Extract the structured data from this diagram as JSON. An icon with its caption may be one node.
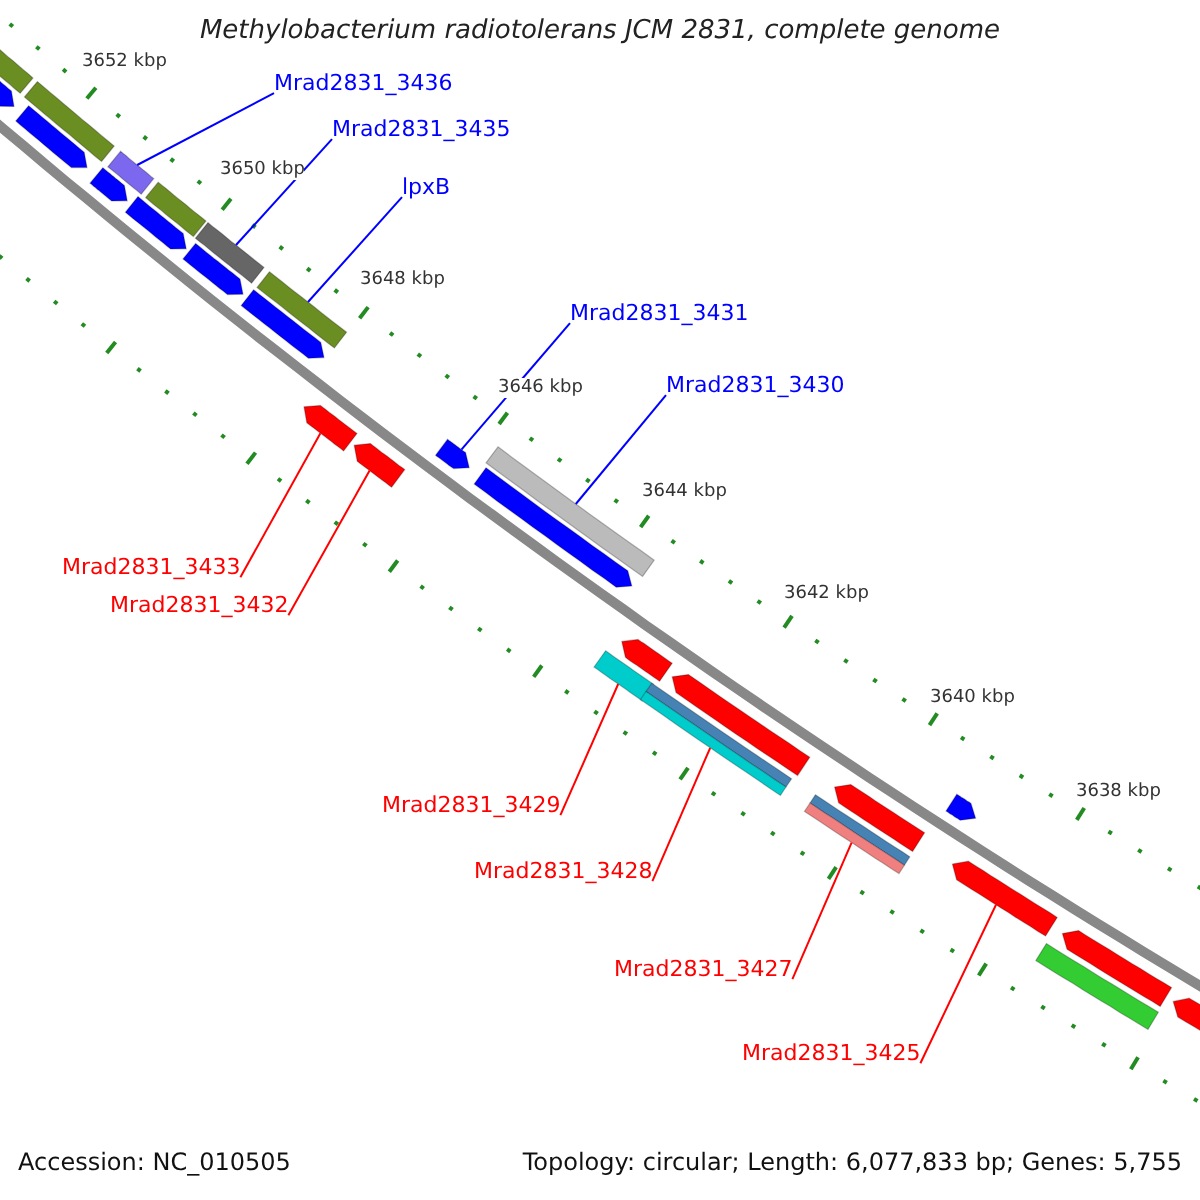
{
  "diagram": {
    "title": "Methylobacterium radiotolerans JCM 2831, complete genome",
    "nodes": [
      {
        "text": [
          "Mrad2831_3436"
        ]
      },
      {
        "text": [
          "Mrad2831_3435"
        ]
      },
      {
        "text": [
          "lpxB"
        ]
      },
      {
        "text": [
          "Mrad2831_3431"
        ]
      },
      {
        "text": [
          "Mrad2831_3430"
        ]
      },
      {
        "text": [
          "Mrad2831_3433"
        ]
      },
      {
        "text": [
          "Mrad2831_3432"
        ]
      },
      {
        "text": [
          "Mrad2831_3429"
        ]
      },
      {
        "text": [
          "Mrad2831_3428"
        ]
      },
      {
        "text": [
          "Mrad2831_3427"
        ]
      },
      {
        "text": [
          "Mrad2831_3425"
        ]
      },
      {
        "text": [],
        "shape": "bar"
      },
      {
        "text": [],
        "shape": "bar"
      },
      {
        "text": [],
        "shape": "bar"
      },
      {
        "text": [],
        "shape": "bar"
      },
      {
        "text": [],
        "shape": "bar"
      },
      {
        "text": [],
        "shape": "bar"
      },
      {
        "text": [],
        "shape": "bar"
      },
      {
        "text": [],
        "shape": "bar"
      },
      {
        "text": [],
        "shape": "bar"
      },
      {
        "text": [],
        "shape": "bar"
      },
      {
        "text": [],
        "shape": "bar"
      },
      {
        "text": [],
        "shape": "bar"
      },
      {
        "text": [],
        "shape": "bar"
      },
      {
        "text": [],
        "shape": "bar"
      },
      {
        "text": [],
        "shape": "bar"
      },
      {
        "text": [],
        "shape": "bar"
      },
      {
        "text": [],
        "shape": "bar"
      },
      {
        "text": [],
        "shape": "bar"
      },
      {
        "text": [],
        "shape": "bar"
      },
      {
        "text": [],
        "shape": "bar"
      },
      {
        "text": [],
        "shape": "bar"
      },
      {
        "text": [],
        "shape": "bar"
      },
      {
        "text": [],
        "shape": "bar"
      },
      {
        "text": [],
        "shape": "bar"
      },
      {
        "text": [],
        "shape": "bar"
      },
      {
        "text": [],
        "shape": "bar"
      },
      {
        "text": [],
        "shape": "bar"
      },
      {
        "text": [],
        "shape": "bar"
      }
    ],
    "edges": [
      {
        "from": 0,
        "to": 16,
        "arrow": "none",
        "color": "#0000ff"
      },
      {
        "from": 1,
        "to": 20,
        "arrow": "none",
        "color": "#0000ff"
      },
      {
        "from": 2,
        "to": 22,
        "arrow": "none",
        "color": "#0000ff"
      },
      {
        "from": 3,
        "to": 25,
        "arrow": "none",
        "color": "#0000ff"
      },
      {
        "from": 4,
        "to": 27,
        "arrow": "none",
        "color": "#0000ff"
      },
      {
        "from": 5,
        "to": 23,
        "arrow": "none"
      },
      {
        "from": 6,
        "to": 24,
        "arrow": "none"
      },
      {
        "from": 7,
        "to": 28,
        "arrow": "none"
      },
      {
        "from": 8,
        "to": 30,
        "arrow": "none"
      },
      {
        "from": 9,
        "to": 32,
        "arrow": "none"
      },
      {
        "from": 10,
        "to": 34,
        "arrow": "none"
      }
    ],
    "labels": [
      "3652 kbp",
      "3650 kbp",
      "3648 kbp",
      "3646 kbp",
      "3644 kbp",
      "3642 kbp",
      "3640 kbp",
      "3638 kbp",
      "Accession: NC_010505",
      "Topology: circular; Length: 6,077,833 bp; Genes: 5,755"
    ]
  }
}
